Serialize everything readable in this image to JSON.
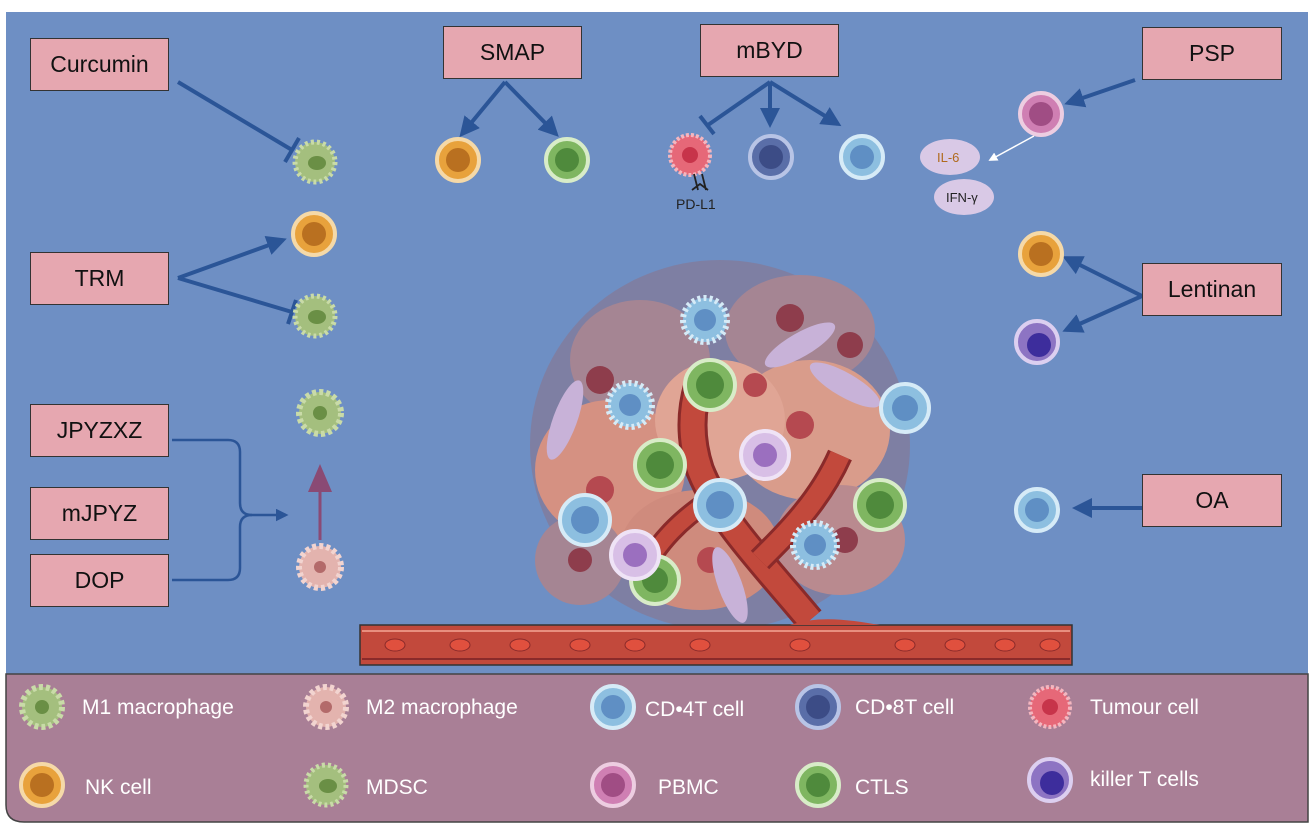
{
  "colors": {
    "background": "#6e8fc4",
    "legend_band": "#a97f96",
    "box_fill": "#e6a7b0",
    "arrow": "#2b5597",
    "nk": "#e8a23c",
    "ctl": "#7fb661",
    "cd4": "#8dbfe0",
    "cd8": "#5a6ea8",
    "tumour": "#e66878",
    "pbmc": "#cf7fb3",
    "killer": "#8d74c3",
    "m1": "#a4bf7e",
    "m2": "#e3b3ae"
  },
  "agents": {
    "curcumin": "Curcumin",
    "trm": "TRM",
    "jpyzxz": "JPYZXZ",
    "mjpyz": "mJPYZ",
    "dop": "DOP",
    "smap": "SMAP",
    "mbyd": "mBYD",
    "psp": "PSP",
    "lentinan": "Lentinan",
    "oa": "OA"
  },
  "labels": {
    "pdl1": "PD-L1",
    "il6": "IL-6",
    "ifng": "IFN-γ"
  },
  "legend": [
    {
      "icon": "m1-macrophage",
      "label": "M1 macrophage"
    },
    {
      "icon": "m2-macrophage",
      "label": "M2 macrophage"
    },
    {
      "icon": "cd4-t-cell",
      "label": "CD•4T cell"
    },
    {
      "icon": "cd8-t-cell",
      "label": "CD•8T cell"
    },
    {
      "icon": "tumour-cell",
      "label": "Tumour cell"
    },
    {
      "icon": "nk-cell",
      "label": "NK cell"
    },
    {
      "icon": "mdsc",
      "label": "MDSC"
    },
    {
      "icon": "pbmc",
      "label": "PBMC"
    },
    {
      "icon": "ctls",
      "label": "CTLS"
    },
    {
      "icon": "killer-t-cell",
      "label": "killer T cells"
    }
  ]
}
